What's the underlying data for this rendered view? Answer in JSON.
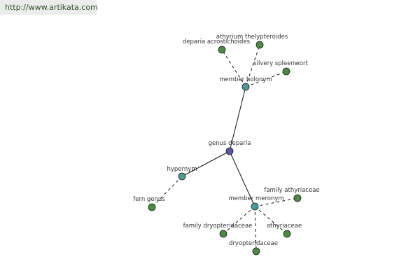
{
  "banner": {
    "url": "http://www.artikata.com"
  },
  "colors": {
    "root": "#5558a5",
    "relation": "#4e9a9a",
    "leaf": "#4e8a45",
    "edge": "#111111",
    "banner_bg": "#ececec"
  },
  "graph": {
    "nodes": [
      {
        "id": "genus-deparia",
        "label": "genus deparia",
        "kind": "root"
      },
      {
        "id": "member-holonym",
        "label": "member holonym",
        "kind": "relation"
      },
      {
        "id": "hypernym",
        "label": "hypernym",
        "kind": "relation"
      },
      {
        "id": "member-meronym",
        "label": "member meronym",
        "kind": "relation"
      },
      {
        "id": "deparia-acrostichoides",
        "label": "deparia acrostichoides",
        "kind": "leaf"
      },
      {
        "id": "athyrium-thelypteroides",
        "label": "athyrium thelypteroides",
        "kind": "leaf"
      },
      {
        "id": "silvery-spleenwort",
        "label": "silvery spleenwort",
        "kind": "leaf"
      },
      {
        "id": "fern-genus",
        "label": "fern genus",
        "kind": "leaf"
      },
      {
        "id": "family-athyriaceae",
        "label": "family athyriaceae",
        "kind": "leaf"
      },
      {
        "id": "family-dryopteridaceae",
        "label": "family dryopteridaceae",
        "kind": "leaf"
      },
      {
        "id": "athyriaceae",
        "label": "athyriaceae",
        "kind": "leaf"
      },
      {
        "id": "dryopteridaceae",
        "label": "dryopteridaceae",
        "kind": "leaf"
      }
    ],
    "edges": [
      {
        "from": "genus-deparia",
        "to": "member-holonym",
        "style": "solid"
      },
      {
        "from": "genus-deparia",
        "to": "hypernym",
        "style": "solid"
      },
      {
        "from": "genus-deparia",
        "to": "member-meronym",
        "style": "solid"
      },
      {
        "from": "member-holonym",
        "to": "deparia-acrostichoides",
        "style": "dashed"
      },
      {
        "from": "member-holonym",
        "to": "athyrium-thelypteroides",
        "style": "dashed"
      },
      {
        "from": "member-holonym",
        "to": "silvery-spleenwort",
        "style": "dashed"
      },
      {
        "from": "hypernym",
        "to": "fern-genus",
        "style": "dashed"
      },
      {
        "from": "member-meronym",
        "to": "family-athyriaceae",
        "style": "dashed"
      },
      {
        "from": "member-meronym",
        "to": "family-dryopteridaceae",
        "style": "dashed"
      },
      {
        "from": "member-meronym",
        "to": "athyriaceae",
        "style": "dashed"
      },
      {
        "from": "member-meronym",
        "to": "dryopteridaceae",
        "style": "dashed"
      }
    ]
  }
}
